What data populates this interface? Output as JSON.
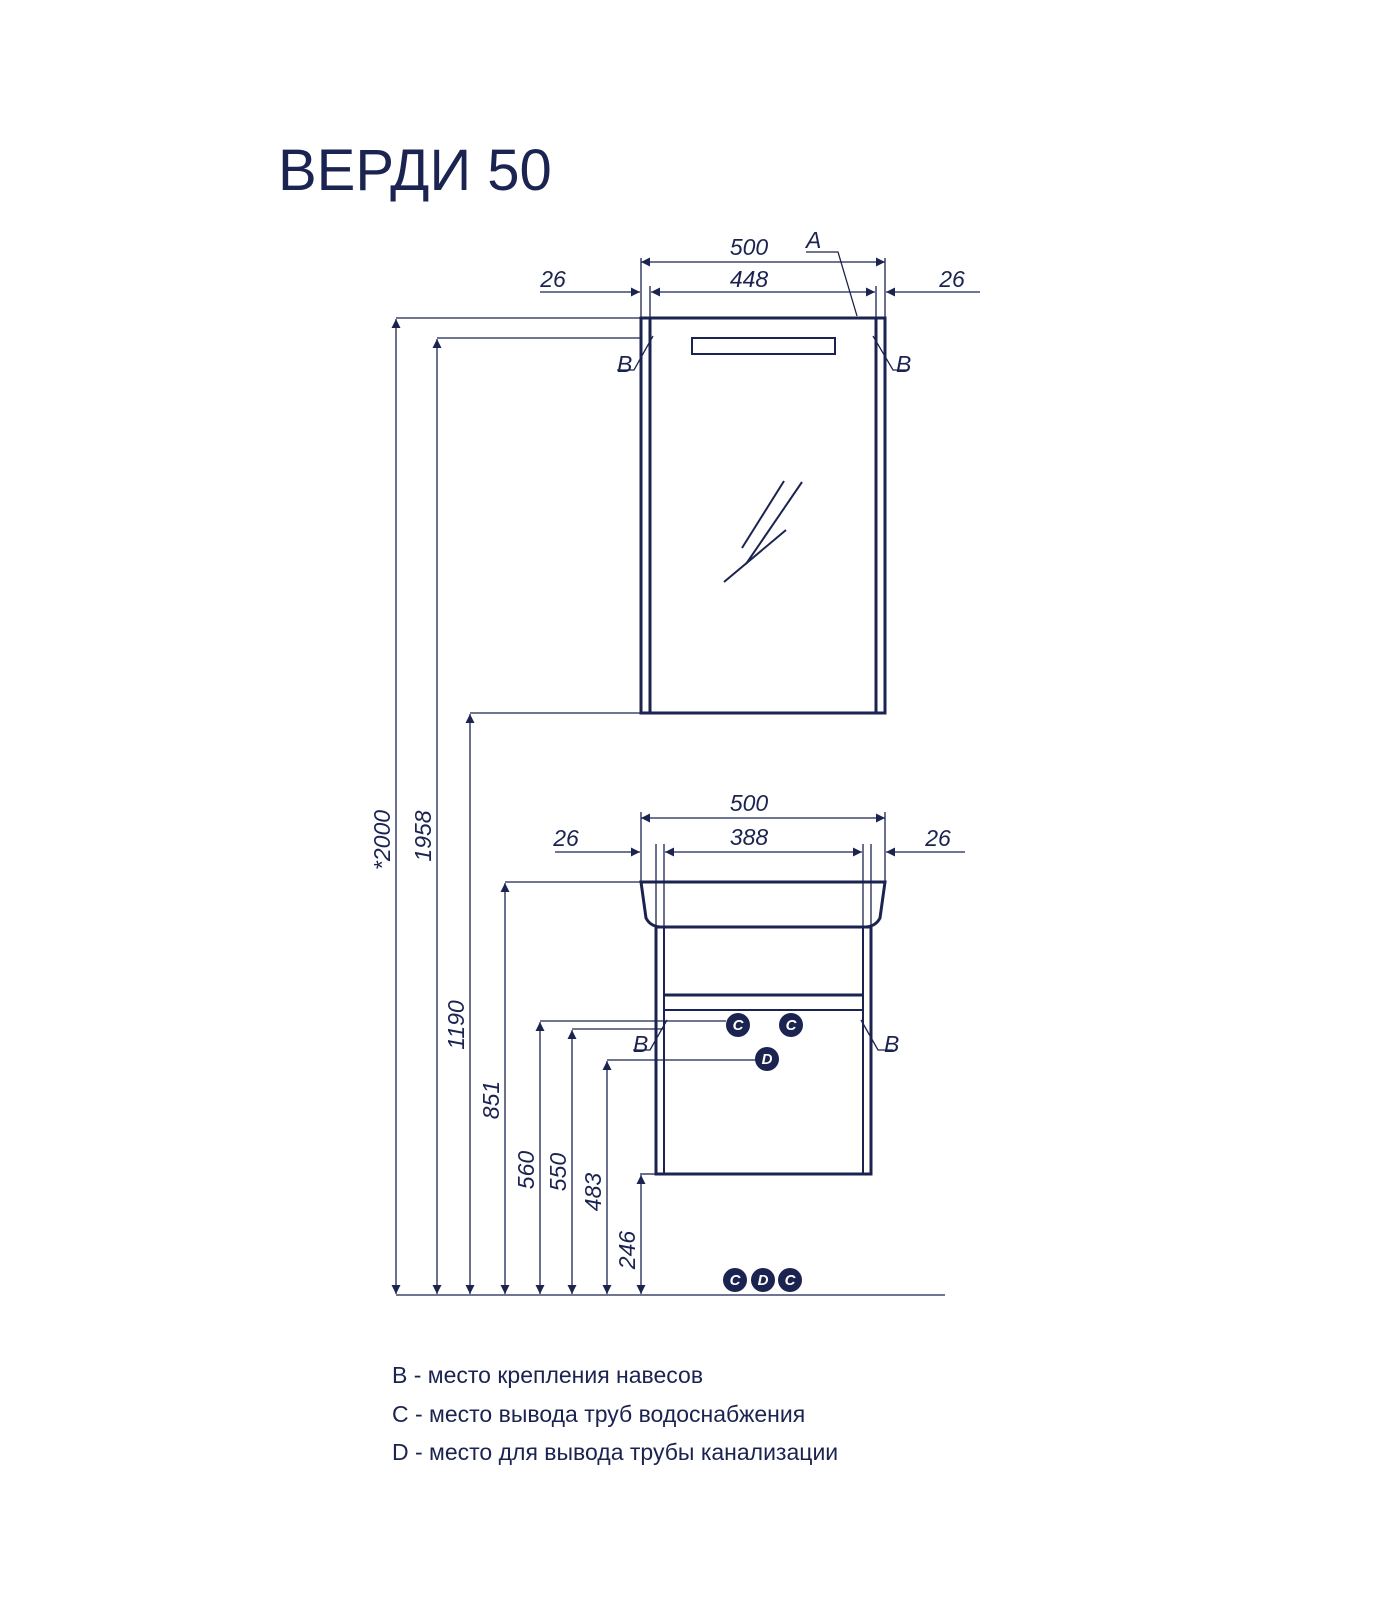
{
  "title": "ВЕРДИ 50",
  "mirror_cabinet": {
    "width_total": "500",
    "width_inner": "448",
    "side_left": "26",
    "side_right": "26",
    "callout_a": "A",
    "hanger_left": "B",
    "hanger_right": "B"
  },
  "vanity": {
    "width_total": "500",
    "width_inner": "388",
    "side_left": "26",
    "side_right": "26",
    "hanger_left": "B",
    "hanger_right": "B"
  },
  "heights": {
    "total": "*2000",
    "mirror_top": "1958",
    "mirror_bottom": "1190",
    "basin_top": "851",
    "water_outlet_upper": "560",
    "water_outlet_lower": "550",
    "drain_outlet": "483",
    "vanity_bottom": "246"
  },
  "markers": {
    "water": "C",
    "drain": "D"
  },
  "legend": [
    "B - место крепления навесов",
    "C - место вывода труб водоснабжения",
    "D - место для вывода трубы канализации"
  ],
  "colors": {
    "ink": "#1b2350",
    "background": "#ffffff"
  }
}
